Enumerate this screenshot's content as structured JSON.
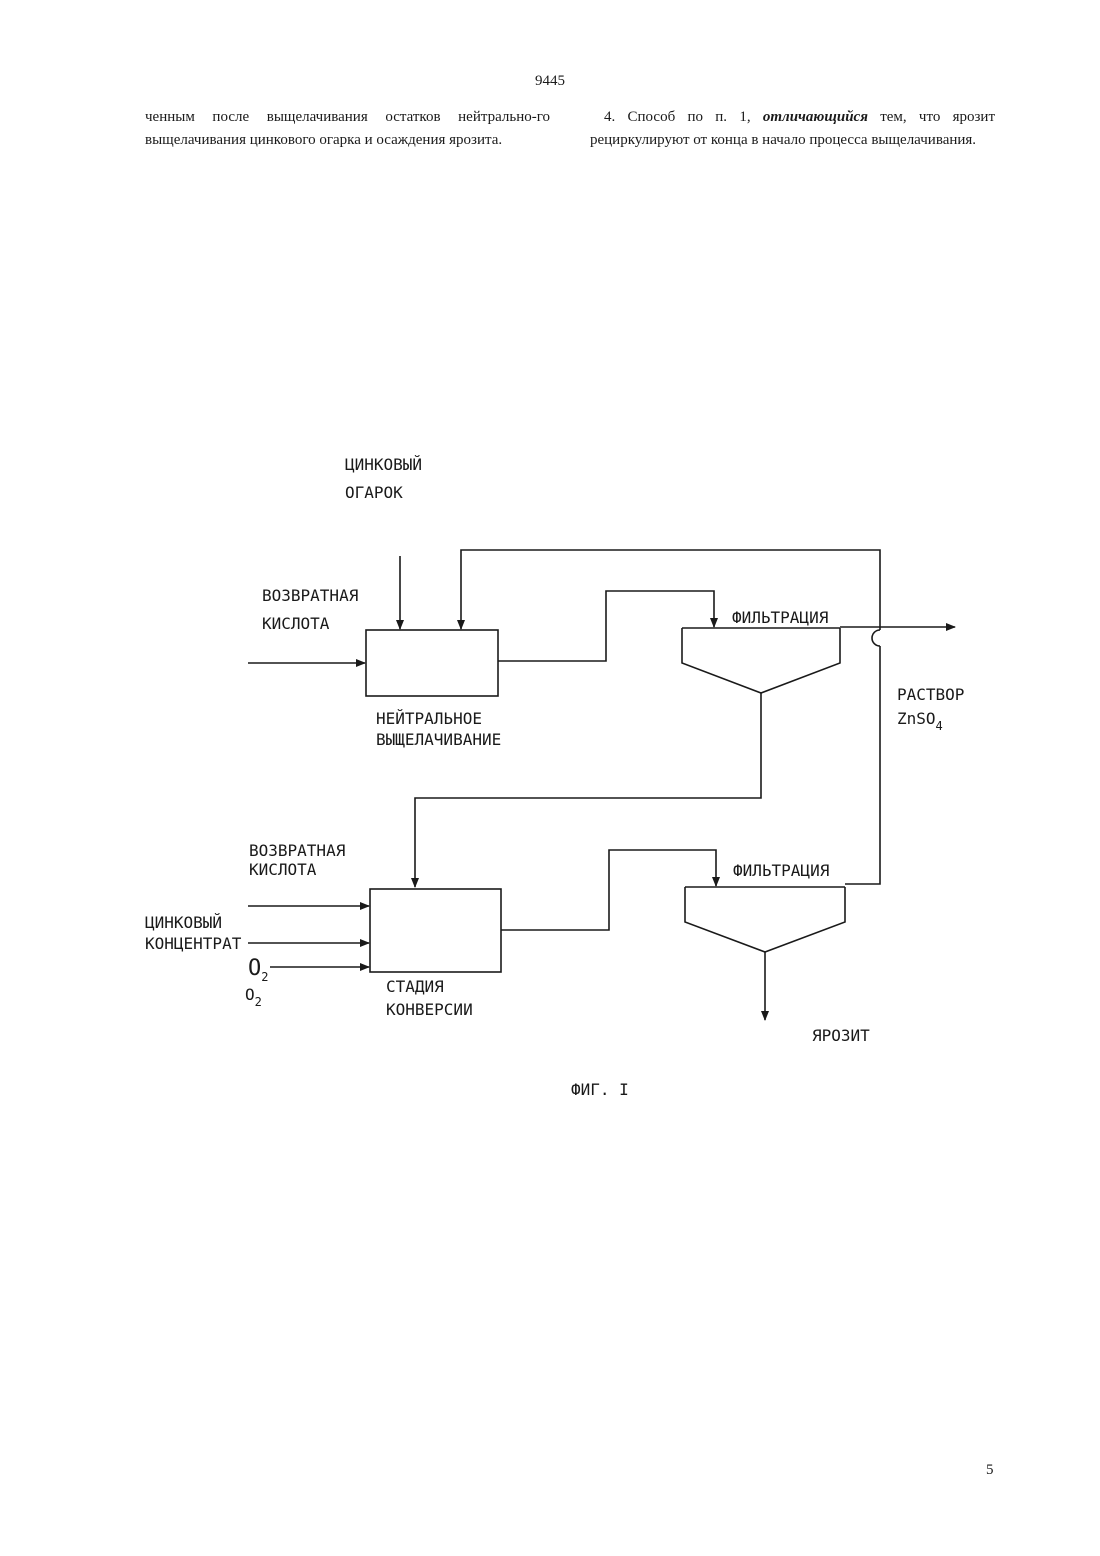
{
  "page": {
    "number_top": "9445",
    "number_bottom": "5"
  },
  "text": {
    "left_column": "ченным после выщелачивания остатков нейтрально-го выщелачивания цинкового огарка и осаждения ярозита.",
    "right_column": {
      "prefix": "4. Способ по п. 1, ",
      "emphasis": "отличающийся",
      "suffix": " тем, что ярозит рециркулируют от конца в начало процесса выщелачивания."
    }
  },
  "diagram": {
    "labels": {
      "zinc_calcine_1": "ЦИНКОВЫЙ",
      "zinc_calcine_2": "ОГАРОК",
      "return_acid_top_1": "ВОЗВРАТНАЯ",
      "return_acid_top_2": "КИСЛОТА",
      "filtration_top": "ФИЛЬТРАЦИЯ",
      "neutral_leach_1": "НЕЙТРАЛЬНОЕ",
      "neutral_leach_2": "ВЫЩЕЛАЧИВАНИЕ",
      "solution_1": "РАСТВОР",
      "solution_2_main": "ZnSO",
      "solution_2_sub": "4",
      "return_acid_bottom_1": "ВОЗВРАТНАЯ",
      "return_acid_bottom_2": "КИСЛОТА",
      "zinc_concentrate_1": "ЦИНКОВЫЙ",
      "zinc_concentrate_2": "КОНЦЕНТРАТ",
      "oxygen_main": "O",
      "oxygen_sub": "2",
      "oxygen2_main": "O",
      "oxygen2_sub": "2",
      "filtration_bottom": "ФИЛЬТРАЦИЯ",
      "conversion_1": "СТАДИЯ",
      "conversion_2": "КОНВЕРСИИ",
      "jarosite": "ЯРОЗИТ"
    },
    "caption": "ФИГ. I"
  }
}
